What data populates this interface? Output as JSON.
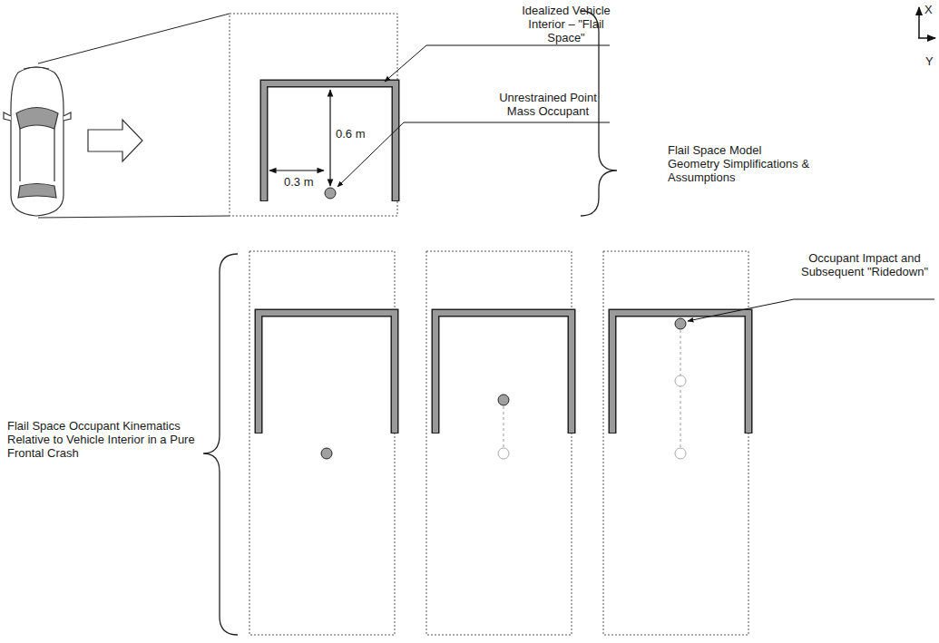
{
  "diagram": {
    "labels": [
      "Idealized Vehicle Interior – \"Flail Space\"",
      "0.6 m",
      "0.3 m",
      "Unrestrained Point Mass Occupant",
      "Flail Space Model Geometry Simplifications & Assumptions",
      "X",
      "Y",
      "Flail Space Occupant Kinematics Relative to Vehicle Interior in a Pure Frontal Crash",
      "Occupant Impact and Subsequent \"Ridedown\""
    ]
  }
}
